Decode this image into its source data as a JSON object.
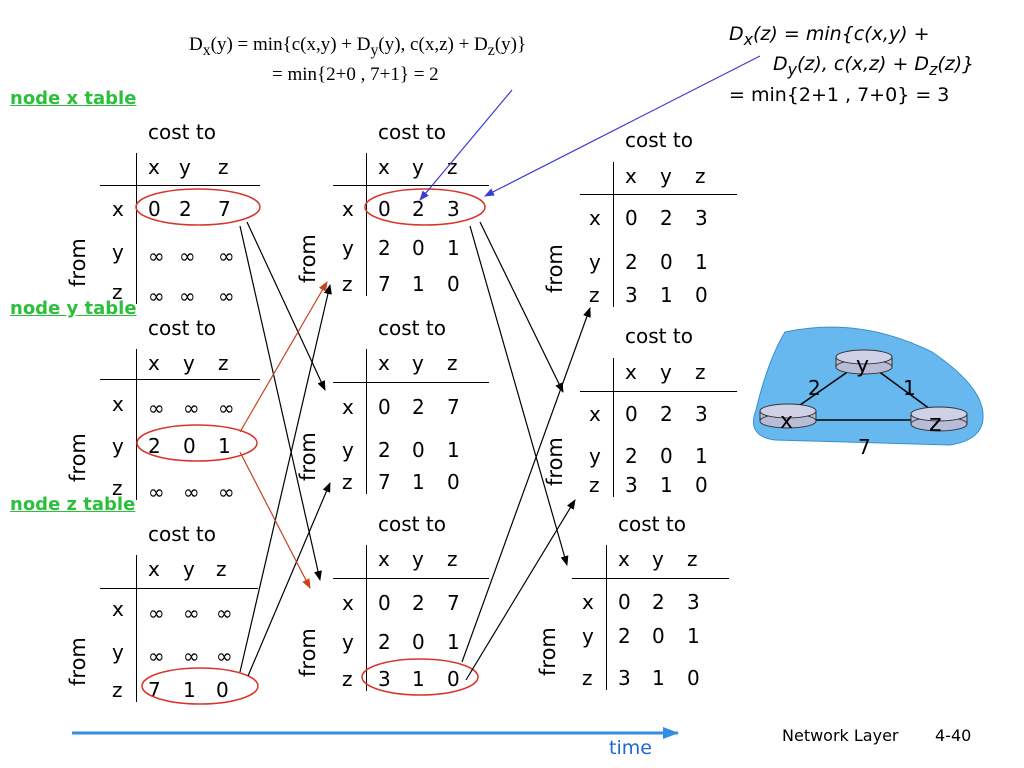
{
  "equations": {
    "dy": {
      "line1": {
        "prefix": "D",
        "sub1": "x",
        "mid1": "(y) = min{c(x,y) + D",
        "sub2": "y",
        "mid2": "(y), c(x,z) + D",
        "sub3": "z",
        "end": "(y)}"
      },
      "line2": "= min{2+0 , 7+1} = 2"
    },
    "dz": {
      "line1": {
        "prefix": "D",
        "sub1": "x",
        "text": "(z) = min{c(x,y) +"
      },
      "line2": {
        "prefix": "D",
        "sub1": "y",
        "mid": "(z), c(x,z) + D",
        "sub2": "z",
        "end": "(z)}"
      },
      "line3": "= min{2+1 , 7+0} = 3"
    }
  },
  "node_labels": {
    "x": "node x table",
    "y": "node y table",
    "z": "node z table"
  },
  "table_text": {
    "cost_to": "cost to",
    "from": "from",
    "cols": [
      "x",
      "y",
      "z"
    ],
    "rows": [
      "x",
      "y",
      "z"
    ]
  },
  "tables": {
    "x1": [
      [
        "0",
        "2",
        "7"
      ],
      [
        "∞",
        "∞",
        "∞"
      ],
      [
        "∞",
        "∞",
        "∞"
      ]
    ],
    "y1": [
      [
        "∞",
        "∞",
        "∞"
      ],
      [
        "2",
        "0",
        "1"
      ],
      [
        "∞",
        "∞",
        "∞"
      ]
    ],
    "z1": [
      [
        "∞",
        "∞",
        "∞"
      ],
      [
        "∞",
        "∞",
        "∞"
      ],
      [
        "7",
        "1",
        "0"
      ]
    ],
    "x2": [
      [
        "0",
        "2",
        "3"
      ],
      [
        "2",
        "0",
        "1"
      ],
      [
        "7",
        "1",
        "0"
      ]
    ],
    "y2": [
      [
        "0",
        "2",
        "7"
      ],
      [
        "2",
        "0",
        "1"
      ],
      [
        "7",
        "1",
        "0"
      ]
    ],
    "z2": [
      [
        "0",
        "2",
        "7"
      ],
      [
        "2",
        "0",
        "1"
      ],
      [
        "3",
        "1",
        "0"
      ]
    ],
    "x3": [
      [
        "0",
        "2",
        "3"
      ],
      [
        "2",
        "0",
        "1"
      ],
      [
        "3",
        "1",
        "0"
      ]
    ],
    "y3": [
      [
        "0",
        "2",
        "3"
      ],
      [
        "2",
        "0",
        "1"
      ],
      [
        "3",
        "1",
        "0"
      ]
    ],
    "z3": [
      [
        "0",
        "2",
        "3"
      ],
      [
        "2",
        "0",
        "1"
      ],
      [
        "3",
        "1",
        "0"
      ]
    ]
  },
  "network": {
    "nodes": [
      "y",
      "x",
      "z"
    ],
    "edges": [
      {
        "from": "x",
        "to": "y",
        "cost": "2"
      },
      {
        "from": "y",
        "to": "z",
        "cost": "1"
      },
      {
        "from": "x",
        "to": "z",
        "cost": "7"
      }
    ]
  },
  "time_label": "time",
  "footer": {
    "title": "Network Layer",
    "page": "4-40"
  },
  "colors": {
    "node_label": "#2bbf3c",
    "time_arrow": "#2f8fe0",
    "circle": "#d9352a",
    "blue_arrow": "#3b3bd6",
    "red_arrow": "#c8431a",
    "network_bg": "#66b8ee"
  }
}
